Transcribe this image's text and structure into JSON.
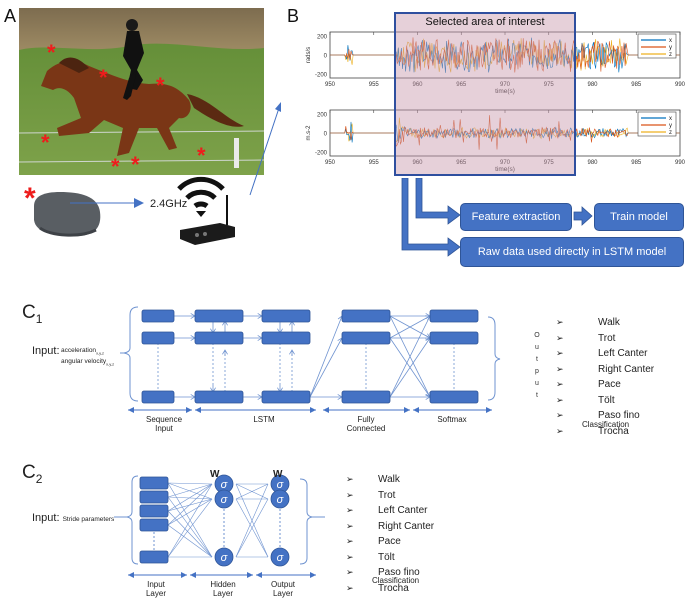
{
  "panel_a": {
    "letter": "A",
    "frequency_label": "2.4GHz",
    "sensor_marker": "red-asterisk",
    "icons": [
      "horse-photo",
      "imu-sensor",
      "wifi-icon",
      "receiver-device"
    ]
  },
  "panel_b": {
    "letter": "B",
    "selection_title": "Selected area of interest",
    "selection_color": "#d8b5c1",
    "selection_border": "#2f4f9f",
    "plots": [
      {
        "ylabel": "rads/s",
        "xlabel": "time(s)",
        "yticks": [
          "200",
          "0",
          "-200"
        ],
        "xticks": [
          "950",
          "955",
          "960",
          "965",
          "970",
          "975",
          "980",
          "985",
          "990"
        ],
        "legend": [
          "x",
          "y",
          "z"
        ]
      },
      {
        "ylabel": "m.s-2",
        "xlabel": "time(s)",
        "yticks": [
          "200",
          "0",
          "-200"
        ],
        "xticks": [
          "950",
          "955",
          "960",
          "965",
          "970",
          "975",
          "980",
          "985",
          "990"
        ],
        "legend": [
          "x",
          "y",
          "z"
        ]
      }
    ],
    "series_colors": {
      "x": "#0072bd",
      "y": "#d95319",
      "z": "#edb120"
    },
    "flow": {
      "feature_extraction": "Feature extraction",
      "train_model": "Train model",
      "raw_data": "Raw data used directly in LSTM model"
    }
  },
  "panel_c1": {
    "letter": "C",
    "subscript": "1",
    "input_label": "Input:",
    "input_line1": "acceleration",
    "input_line1_sub": "x,y,z",
    "input_line2": "angular velocity",
    "input_line2_sub": "x,y,z",
    "stages": [
      {
        "line1": "Sequence",
        "line2": "Input"
      },
      {
        "line1": "LSTM",
        "line2": ""
      },
      {
        "line1": "Fully",
        "line2": "Connected"
      },
      {
        "line1": "Softmax",
        "line2": ""
      }
    ],
    "output_letters": [
      "O",
      "u",
      "t",
      "p",
      "u",
      "t"
    ],
    "classes": [
      "Walk",
      "Trot",
      "Left Canter",
      "Right Canter",
      "Pace",
      "Tölt",
      "Paso fino",
      "Trocha"
    ],
    "classification_label": "Classification"
  },
  "panel_c2": {
    "letter": "C",
    "subscript": "2",
    "input_label": "Input:",
    "input_detail": "Stride parameters",
    "weight_label": "W",
    "neuron_symbol": "σ",
    "stages": [
      {
        "line1": "Input",
        "line2": "Layer"
      },
      {
        "line1": "Hidden",
        "line2": "Layer"
      },
      {
        "line1": "Output",
        "line2": "Layer"
      }
    ],
    "classes": [
      "Walk",
      "Trot",
      "Left Canter",
      "Right Canter",
      "Pace",
      "Tölt",
      "Paso fino",
      "Trocha"
    ],
    "classification_label": "Classification"
  },
  "bullet_glyph": "➢",
  "colors": {
    "node": "#4472c4",
    "node_border": "#2f5597",
    "line": "#6f93d0",
    "asterisk": "#ee1c1c"
  }
}
